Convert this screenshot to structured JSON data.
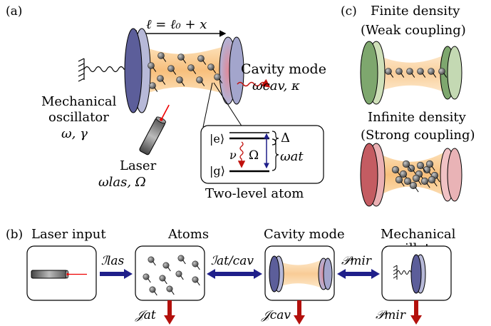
{
  "panel_a": {
    "label": "(a)",
    "length_eq": "ℓ = ℓ₀ + x",
    "cavity_title": "Cavity mode",
    "cavity_params": "ωcav, κ",
    "mech_title_1": "Mechanical",
    "mech_title_2": "oscillator",
    "mech_params": "ω, γ",
    "laser_title": "Laser",
    "laser_params": "ωlas, Ω",
    "atom_title": "Two-level atom",
    "state_e": "|e⟩",
    "state_g": "|g⟩",
    "delta": "Δ",
    "omega_at": "ωat",
    "nu": "ν",
    "rabi": "Ω"
  },
  "panel_c": {
    "label": "(c)",
    "finite_1": "Finite density",
    "finite_2": "(Weak coupling)",
    "infinite_1": "Infinite density",
    "infinite_2": "(Strong coupling)"
  },
  "panel_b": {
    "label": "(b)",
    "laser_input": "Laser input",
    "atoms": "Atoms",
    "cavity_mode": "Cavity mode",
    "mech_1": "Mechanical",
    "mech_2": "oscillator",
    "i_las": "ℐlas",
    "i_at_cav": "ℐat/cav",
    "p_mir_top": "𝒫mir",
    "j_at": "𝒥at",
    "j_cav": "𝒥cav",
    "p_mir_bottom": "𝒫mir"
  },
  "colors": {
    "beam": "#f9c98a",
    "mirror_blue": "#5c5e9a",
    "mirror_blue_light": "#b7b9d8",
    "arrow_blue": "#1f1f8a",
    "arrow_red": "#b3100c",
    "mirror_green": "#7ea76e",
    "mirror_red": "#c45c62",
    "atom_gray": "#6a6a6a"
  }
}
